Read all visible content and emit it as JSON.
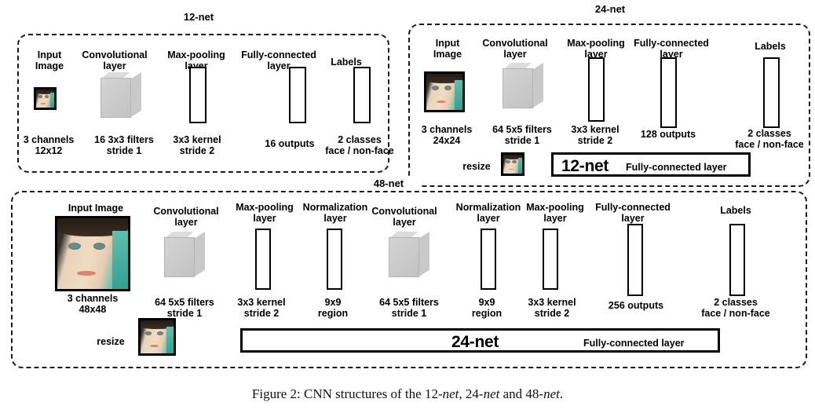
{
  "figure": {
    "caption_prefix": "Figure 2: CNN structures of the ",
    "caption_parts": [
      "12-",
      "net",
      ", 24-",
      "net",
      " and 48-",
      "net",
      "."
    ]
  },
  "colors": {
    "yellow_arrow": "#f2c230",
    "yellow_arrow_light": "#fbe9a8",
    "gray_arrow": "#e8e8e8",
    "gray_arrow_stroke": "#6f6f6f",
    "conv_box": "#cccccc",
    "panel_border": "#1a1a1a",
    "bar_stroke": "#000000"
  },
  "panels": [
    {
      "id": "net12",
      "title": "12-net",
      "input": {
        "top_label": "Input\nImage",
        "bottom_label": "3 channels\n12x12"
      },
      "stages": [
        {
          "name": "conv",
          "top_label": "Convolutional\nlayer",
          "bottom_label": "16 3x3 filters\nstride 1"
        },
        {
          "name": "maxpool",
          "top_label": "Max-pooling\nlayer",
          "bottom_label": "3x3 kernel\nstride 2"
        },
        {
          "name": "fc",
          "top_label": "Fully-connected\nlayer",
          "bottom_label": "16 outputs"
        },
        {
          "name": "labels",
          "top_label": "Labels",
          "bottom_label": "2 classes\nface / non-face"
        }
      ]
    },
    {
      "id": "net24",
      "title": "24-net",
      "input": {
        "top_label": "Input\nImage",
        "bottom_label": "3 channels\n24x24"
      },
      "stages": [
        {
          "name": "conv",
          "top_label": "Convolutional\nlayer",
          "bottom_label": "64 5x5 filters\nstride 1"
        },
        {
          "name": "maxpool",
          "top_label": "Max-pooling\nlayer",
          "bottom_label": "3x3 kernel\nstride 2"
        },
        {
          "name": "fc",
          "top_label": "Fully-connected\nlayer",
          "bottom_label": "128 outputs"
        },
        {
          "name": "labels",
          "top_label": "Labels",
          "bottom_label": "2 classes\nface / non-face"
        }
      ],
      "subnet": {
        "resize_label": "resize",
        "net_label": "12-net",
        "fc_label": "Fully-connected layer"
      }
    },
    {
      "id": "net48",
      "title": "48-net",
      "input": {
        "top_label": "Input Image",
        "bottom_label": "3 channels\n48x48"
      },
      "stages": [
        {
          "name": "conv1",
          "top_label": "Convolutional\nlayer",
          "bottom_label": "64 5x5 filters\nstride 1"
        },
        {
          "name": "maxpool1",
          "top_label": "Max-pooling\nlayer",
          "bottom_label": "3x3 kernel\nstride 2"
        },
        {
          "name": "norm1",
          "top_label": "Normalization\nlayer",
          "bottom_label": "9x9\nregion"
        },
        {
          "name": "conv2",
          "top_label": "Convolutional\nlayer",
          "bottom_label": "64 5x5 filters\nstride 1"
        },
        {
          "name": "norm2",
          "top_label": "Normalization\nlayer",
          "bottom_label": "9x9\nregion"
        },
        {
          "name": "maxpool2",
          "top_label": "Max-pooling\nlayer",
          "bottom_label": "3x3 kernel\nstride 2"
        },
        {
          "name": "fc",
          "top_label": "Fully-connected\nlayer",
          "bottom_label": "256 outputs"
        },
        {
          "name": "labels",
          "top_label": "Labels",
          "bottom_label": "2 classes\nface / non-face"
        }
      ],
      "subnet": {
        "resize_label": "resize",
        "net_label": "24-net",
        "fc_label": "Fully-connected layer"
      }
    }
  ]
}
